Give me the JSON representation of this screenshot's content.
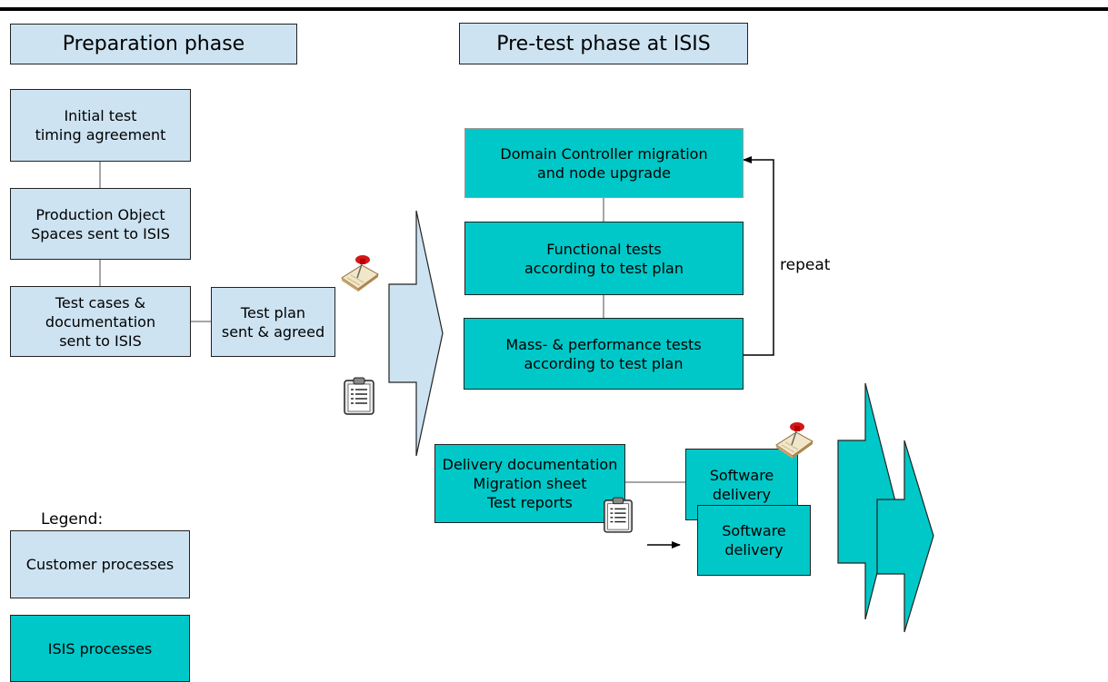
{
  "headers": {
    "preparation": "Preparation phase",
    "pretest": "Pre-test phase at ISIS"
  },
  "preparation": {
    "initial_timing": "Initial test\ntiming agreement",
    "object_spaces": "Production Object\nSpaces sent to ISIS",
    "test_cases": "Test cases &\ndocumentation\nsent to ISIS",
    "test_plan": "Test plan\nsent & agreed"
  },
  "pretest": {
    "dc_migration": "Domain Controller migration\nand node upgrade",
    "functional": "Functional tests\naccording to test plan",
    "mass_perf": "Mass- & performance tests\naccording to test plan",
    "repeat": "repeat",
    "delivery_docs": "Delivery documentation\nMigration sheet\nTest reports",
    "software_delivery_1": "Software\ndelivery",
    "software_delivery_2": "Software\ndelivery"
  },
  "legend": {
    "title": "Legend:",
    "customer": "Customer processes",
    "isis": "ISIS processes"
  },
  "colors": {
    "customer_fill": "#cde3f2",
    "isis_fill": "#00c8c8"
  },
  "icons": [
    "pushpin-note-icon",
    "clipboard-checklist-icon"
  ]
}
